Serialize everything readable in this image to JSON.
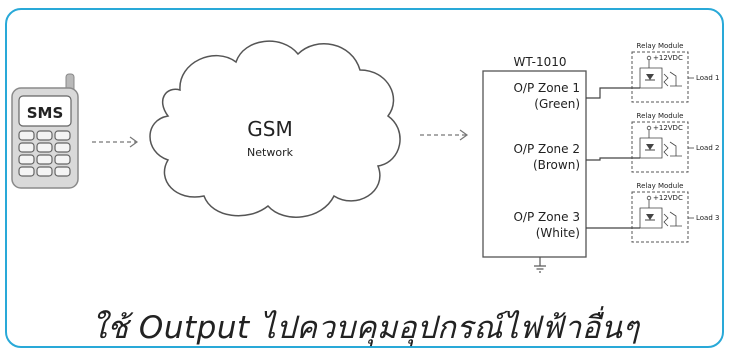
{
  "phone": {
    "screen_text": "SMS"
  },
  "cloud": {
    "title": "GSM",
    "subtitle": "Network"
  },
  "controller": {
    "model": "WT-1010",
    "zones": [
      {
        "name": "O/P Zone 1",
        "color": "(Green)"
      },
      {
        "name": "O/P Zone 2",
        "color": "(Brown)"
      },
      {
        "name": "O/P Zone 3",
        "color": "(White)"
      }
    ]
  },
  "relays": [
    {
      "title": "Relay Module",
      "voltage": "+12VDC",
      "load": "Load 1"
    },
    {
      "title": "Relay Module",
      "voltage": "+12VDC",
      "load": "Load 2"
    },
    {
      "title": "Relay Module",
      "voltage": "+12VDC",
      "load": "Load 3"
    }
  ],
  "caption": "ใช้ Output ไปควบคุมอุปกรณ์ไฟฟ้าอื่นๆ",
  "colors": {
    "frame": "#29a9d8",
    "line": "#444444",
    "text": "#222222"
  }
}
